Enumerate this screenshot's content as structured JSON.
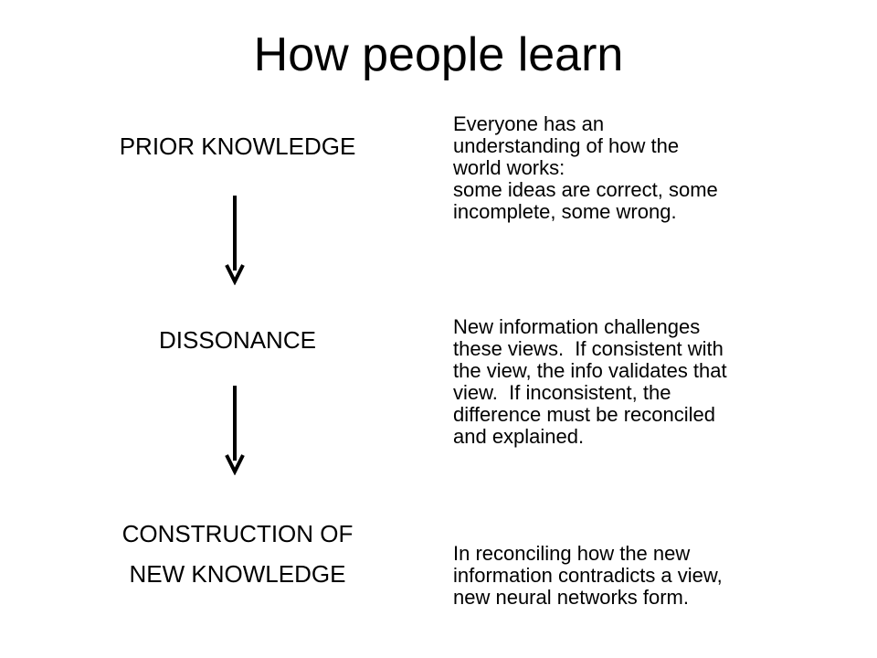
{
  "title": "How people learn",
  "stages": [
    {
      "lines": [
        "PRIOR KNOWLEDGE"
      ]
    },
    {
      "lines": [
        "DISSONANCE"
      ]
    },
    {
      "lines": [
        "CONSTRUCTION OF",
        "NEW KNOWLEDGE"
      ]
    }
  ],
  "descriptions": [
    {
      "lines": [
        "Everyone has an",
        "understanding of how the",
        "world works:",
        "some ideas are correct, some",
        "incomplete, some wrong."
      ]
    },
    {
      "lines": [
        "New information challenges",
        "these views.  If consistent with",
        "the view, the info validates that",
        "view.  If inconsistent, the",
        "difference must be reconciled",
        "and explained."
      ]
    },
    {
      "lines": [
        "In reconciling how the new",
        "information contradicts a view,",
        "new neural networks form."
      ]
    }
  ]
}
